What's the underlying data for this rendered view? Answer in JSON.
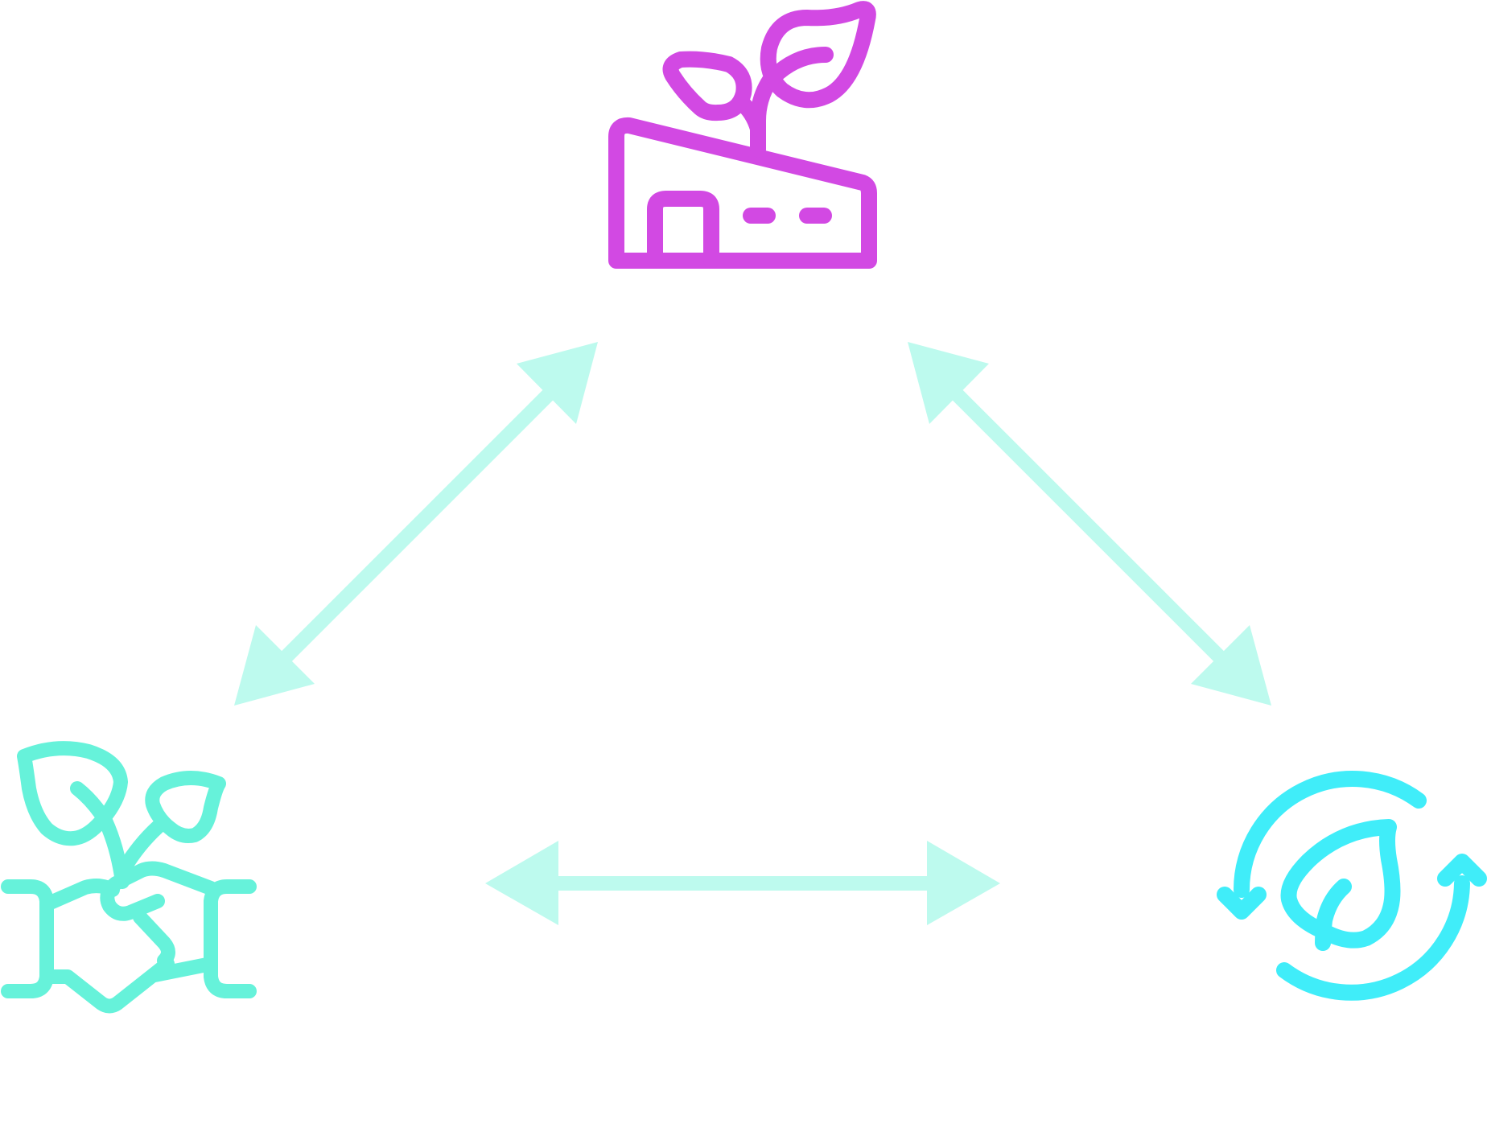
{
  "diagram": {
    "nodes": [
      {
        "id": "green-factory",
        "icon": "eco-factory-icon",
        "color": "#D249E3"
      },
      {
        "id": "sustainable-partnership",
        "icon": "handshake-plants-icon",
        "color": "#66F2DA"
      },
      {
        "id": "renewable-cycle",
        "icon": "recycle-leaf-icon",
        "color": "#40EDF9"
      }
    ],
    "edges": [
      {
        "from": "green-factory",
        "to": "sustainable-partnership",
        "direction": "bidirectional"
      },
      {
        "from": "green-factory",
        "to": "renewable-cycle",
        "direction": "bidirectional"
      },
      {
        "from": "sustainable-partnership",
        "to": "renewable-cycle",
        "direction": "bidirectional"
      }
    ],
    "arrow_color": "#BDFAEE"
  }
}
